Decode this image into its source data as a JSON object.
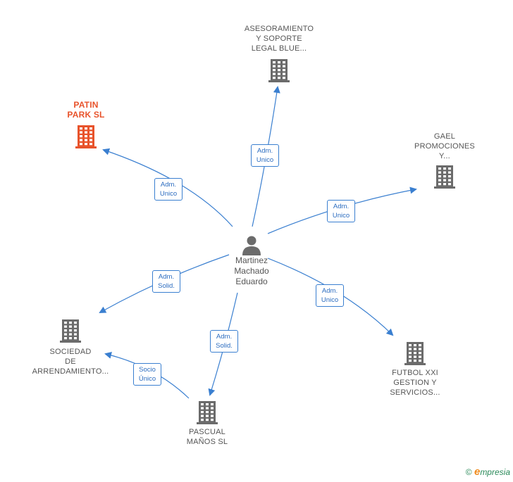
{
  "colors": {
    "edge": "#3a7fd0",
    "building": "#6b6b6b",
    "main_building": "#e8532b"
  },
  "center": {
    "name": "Martinez\nMachado\nEduardo",
    "icon": "person-icon"
  },
  "nodes": [
    {
      "id": "asesoramiento",
      "name": "ASESORAMIENTO\nY SOPORTE\nLEGAL BLUE...",
      "icon": "building-icon"
    },
    {
      "id": "patin",
      "name": "PATIN\nPARK  SL",
      "icon": "building-icon",
      "highlight": true
    },
    {
      "id": "gael",
      "name": "GAEL\nPROMOCIONES\nY...",
      "icon": "building-icon"
    },
    {
      "id": "sociedad",
      "name": "SOCIEDAD\nDE\nARRENDAMIENTO...",
      "icon": "building-icon"
    },
    {
      "id": "futbol",
      "name": "FUTBOL XXI\nGESTION Y\nSERVICIOS...",
      "icon": "building-icon"
    },
    {
      "id": "pascual",
      "name": "PASCUAL\nMAÑOS SL",
      "icon": "building-icon"
    }
  ],
  "edges": [
    {
      "to": "asesoramiento",
      "label": "Adm.\nUnico"
    },
    {
      "to": "patin",
      "label": "Adm.\nUnico"
    },
    {
      "to": "gael",
      "label": "Adm.\nUnico"
    },
    {
      "to": "sociedad",
      "label": "Adm.\nSolid."
    },
    {
      "to": "futbol",
      "label": "Adm.\nUnico"
    },
    {
      "to": "pascual",
      "label": "Adm.\nSolid."
    },
    {
      "from": "pascual",
      "to": "sociedad",
      "label": "Socio\nÚnico"
    }
  ],
  "footer": {
    "copyright": "©",
    "brand_e": "e",
    "brand_rest": "mpresia"
  }
}
